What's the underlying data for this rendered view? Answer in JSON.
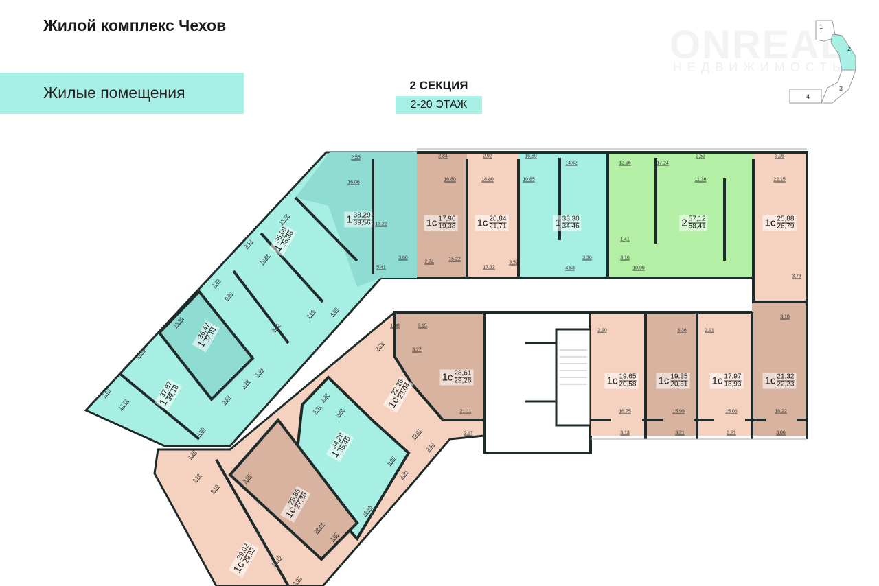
{
  "header": {
    "title": "Жилой комплекс Чехов",
    "category": "Жилые помещения",
    "section": "2 СЕКЦИЯ",
    "floors": "2-20 ЭТАЖ"
  },
  "watermark": {
    "brand": "ONREAL",
    "sub": "НЕДВИЖИМОСТЬ"
  },
  "key_plan": {
    "sections": [
      "1",
      "2",
      "3",
      "4"
    ],
    "active": "2",
    "active_color": "#a8f0e6"
  },
  "colors": {
    "aqua": "#a8efe3",
    "teal_dark": "#8fdcd3",
    "peach": "#f5d2bf",
    "tan": "#d8b39f",
    "green": "#b3f0a5",
    "wall": "#1f2b2b"
  },
  "apartments": [
    {
      "type": "1",
      "living": "38,29",
      "total": "39,56"
    },
    {
      "type": "1",
      "living": "35,09",
      "total": "36,38"
    },
    {
      "type": "1",
      "living": "36,47",
      "total": "37,81"
    },
    {
      "type": "1",
      "living": "37,87",
      "total": "39,18"
    },
    {
      "type": "1с",
      "living": "17,96",
      "total": "19,38"
    },
    {
      "type": "1с",
      "living": "20,84",
      "total": "21,71"
    },
    {
      "type": "1",
      "living": "33,30",
      "total": "34,46"
    },
    {
      "type": "2",
      "living": "57,12",
      "total": "58,41"
    },
    {
      "type": "1с",
      "living": "25,88",
      "total": "26,79"
    },
    {
      "type": "1с",
      "living": "28,61",
      "total": "29,26"
    },
    {
      "type": "1с",
      "living": "22,26",
      "total": "23,04"
    },
    {
      "type": "1",
      "living": "34,28",
      "total": "35,45"
    },
    {
      "type": "1с",
      "living": "25,85",
      "total": "27,36"
    },
    {
      "type": "1с",
      "living": "29,02",
      "total": "29,92"
    },
    {
      "type": "1с",
      "living": "19,65",
      "total": "20,58"
    },
    {
      "type": "1с",
      "living": "19,35",
      "total": "20,31"
    },
    {
      "type": "1с",
      "living": "17,97",
      "total": "18,93"
    },
    {
      "type": "1с",
      "living": "21,32",
      "total": "22,23"
    }
  ],
  "room_areas": [
    "2,84",
    "16,80",
    "2,74",
    "15,22",
    "2,92",
    "16,80",
    "17,32",
    "3,52",
    "16,80",
    "10,85",
    "14,62",
    "3,30",
    "4,53",
    "12,96",
    "17,24",
    "2,59",
    "11,36",
    "1,41",
    "3,16",
    "10,99",
    "3,06",
    "22,15",
    "3,73",
    "2,55",
    "16,06",
    "13,22",
    "3,60",
    "5,41",
    "15,78",
    "2,59",
    "10,66",
    "2,69",
    "8,80",
    "16,96",
    "16,03",
    "2,63",
    "13,72",
    "3,65",
    "4,80",
    "3,65",
    "5,48",
    "1,38",
    "3,62",
    "4,50",
    "1,08",
    "3,15",
    "3,27",
    "3,25",
    "21,11",
    "2,17",
    "19,01",
    "2,60",
    "1,28",
    "5,51",
    "3,48",
    "8,06",
    "2,35",
    "15,95",
    "3,56",
    "22,49",
    "3,02",
    "1,26",
    "3,52",
    "9,10",
    "15,15",
    "3,02",
    "2,90",
    "16,75",
    "3,13",
    "3,36",
    "15,99",
    "3,21",
    "2,91",
    "15,06",
    "3,21",
    "3,10",
    "18,22",
    "3,06"
  ]
}
